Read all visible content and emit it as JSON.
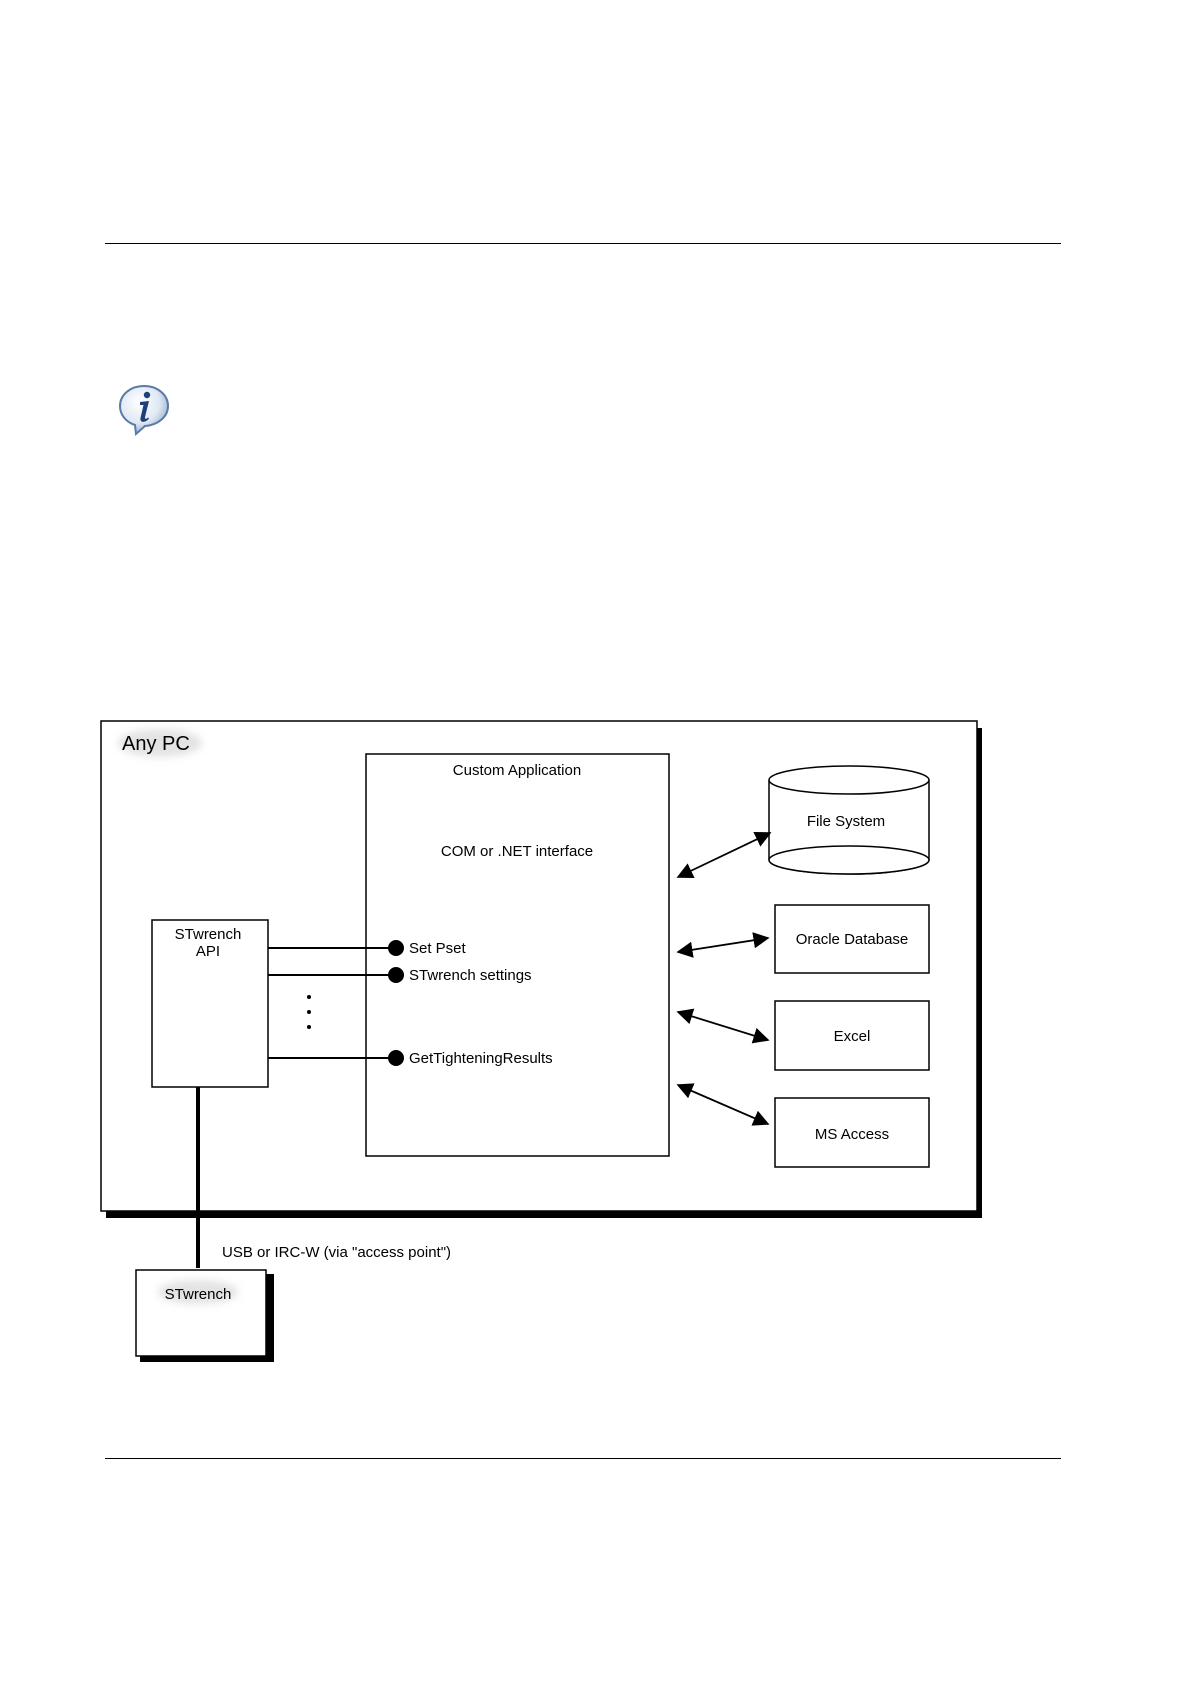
{
  "header": {
    "rule": ""
  },
  "note": {
    "icon": "info-icon"
  },
  "diagram": {
    "pc_label": "Any PC",
    "app": {
      "title": "Custom Application",
      "interface": "COM or .NET interface",
      "functions": [
        "Set Pset",
        "STwrench settings",
        "GetTighteningResults"
      ]
    },
    "api": {
      "line1": "STwrench",
      "line2": "API"
    },
    "storage": {
      "file_system": "File System",
      "oracle": "Oracle Database",
      "excel": "Excel",
      "ms_access": "MS Access"
    },
    "connection": "USB or IRC-W (via \"access point\")",
    "device": "STwrench"
  }
}
